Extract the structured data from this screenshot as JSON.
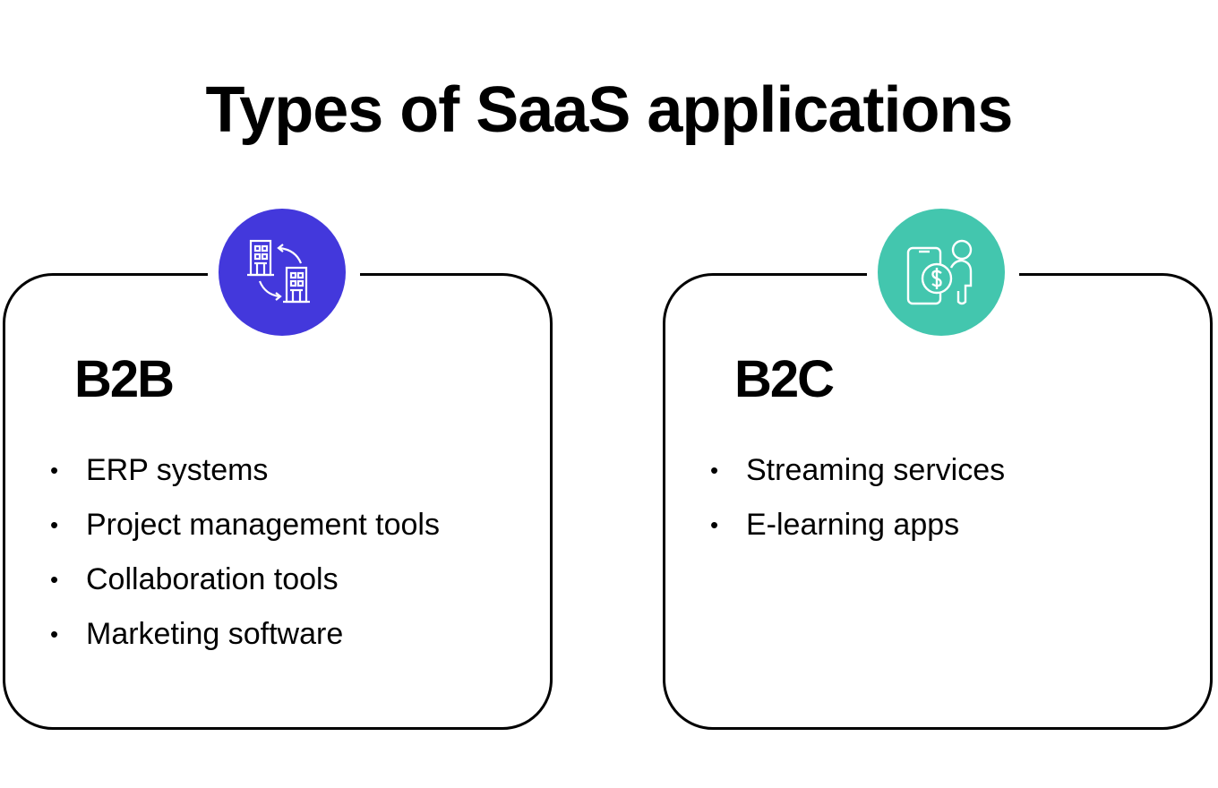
{
  "title": "Types of SaaS applications",
  "colors": {
    "b2b_accent": "#4338dc",
    "b2c_accent": "#43c6ae"
  },
  "cards": [
    {
      "heading": "B2B",
      "icon": "buildings-exchange-icon",
      "items": [
        "ERP systems",
        "Project management tools",
        "Collaboration tools",
        "Marketing software"
      ]
    },
    {
      "heading": "B2C",
      "icon": "phone-dollar-person-icon",
      "items": [
        "Streaming services",
        "E-learning apps"
      ]
    }
  ]
}
